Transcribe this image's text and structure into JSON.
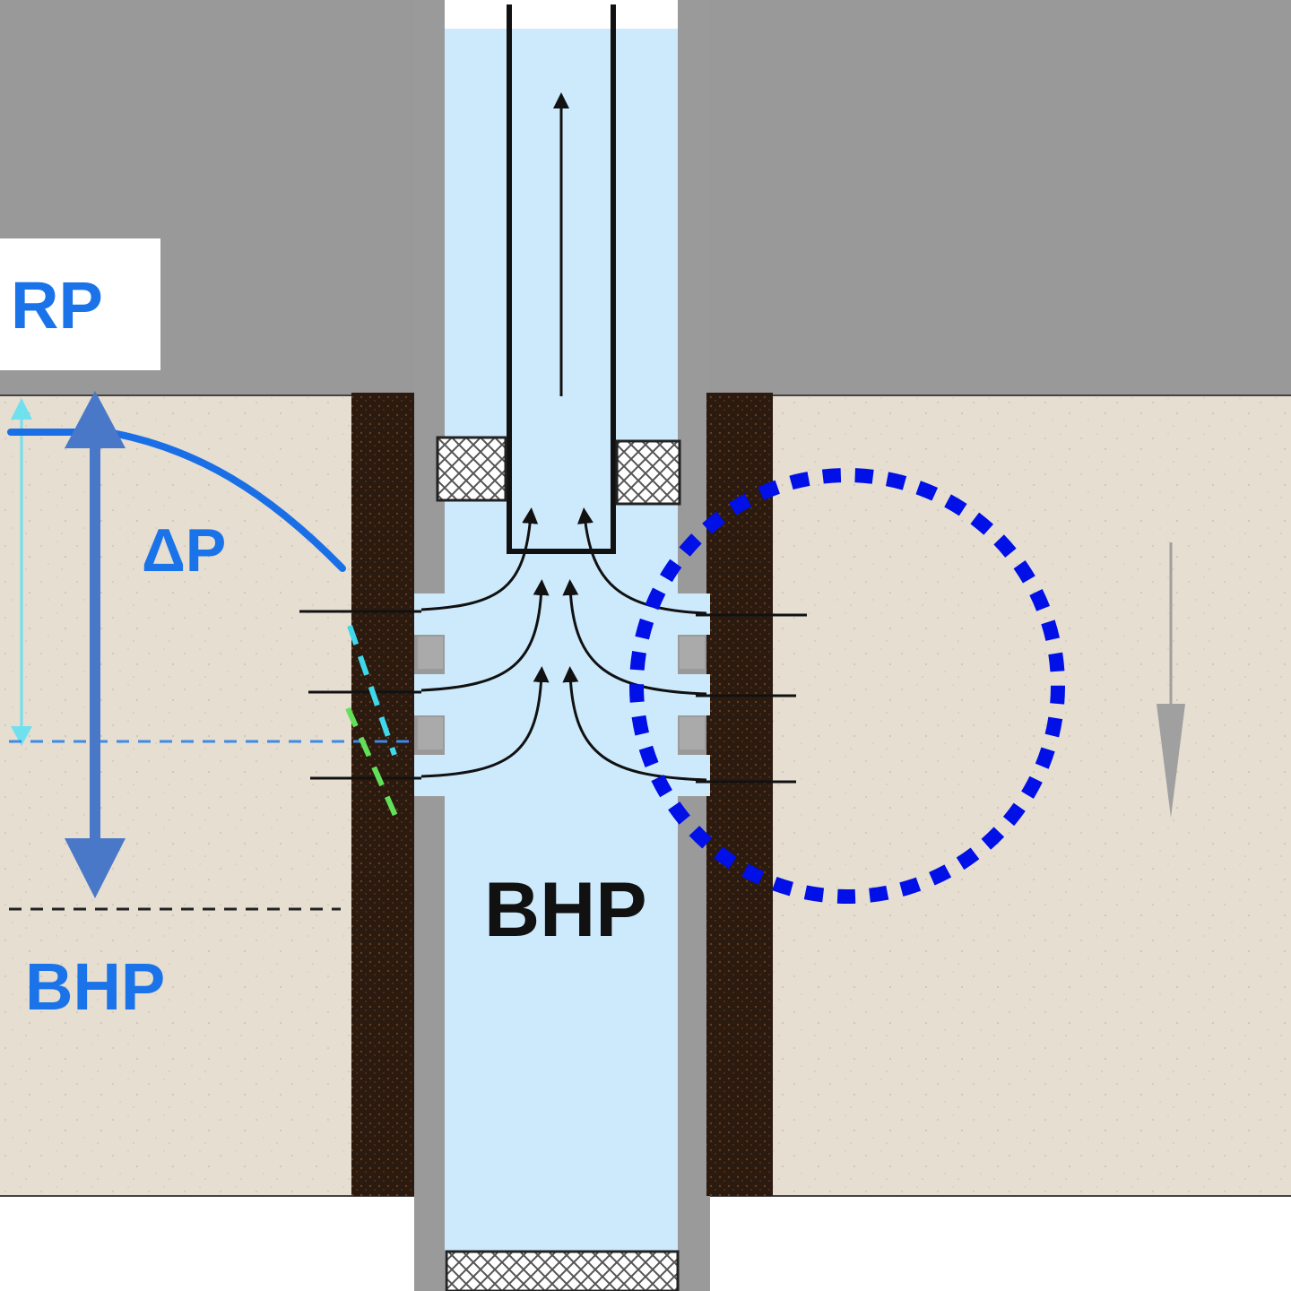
{
  "labels": {
    "rp": "RP",
    "delta_p": "ΔP",
    "bhp_left": "BHP",
    "bhp_center": "BHP"
  },
  "colors": {
    "overburden": "#999999",
    "formation": "#e4ddd0",
    "casing_gray": "#9a9a9a",
    "cement": "#2b1a10",
    "wellbore_fluid": "#cdeafc",
    "label_blue": "#1a73e8",
    "arrow_blue": "#4a78c8",
    "dotted_circle": "#0010e6",
    "tubing_line": "#111111"
  },
  "icons": {
    "packer": "crosshatch-packer",
    "flow": "up-arrow",
    "pressure_scale": "double-arrow"
  }
}
